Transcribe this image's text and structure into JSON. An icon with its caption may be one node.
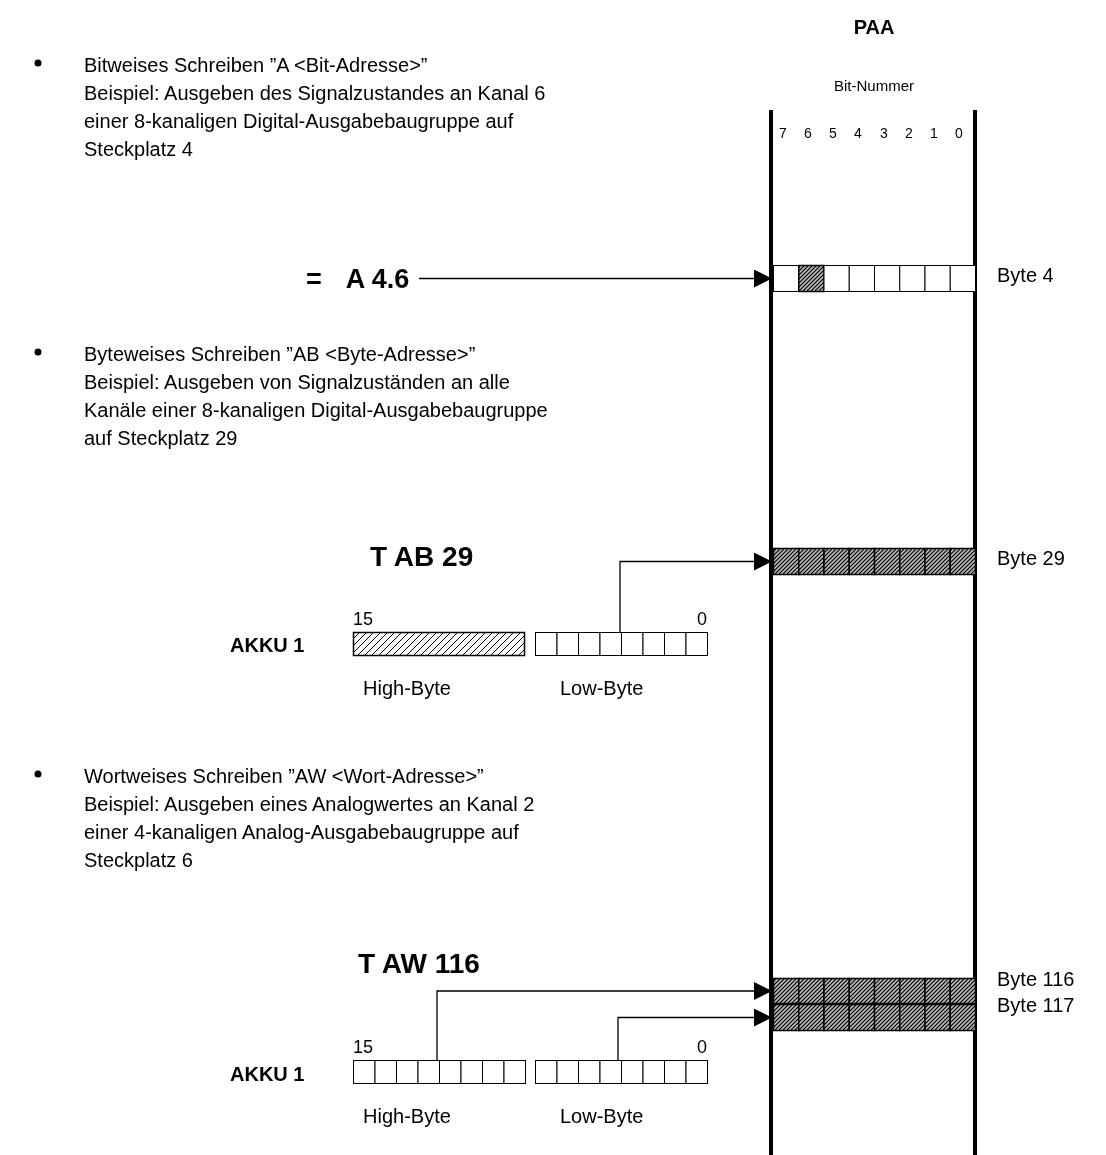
{
  "diagram": {
    "nodes": [
      {
        "text": [
          "PAA",
          "Bit-Nummer"
        ]
      },
      {
        "text": [
          "=",
          "A 4.6"
        ]
      },
      {
        "text": [],
        "shape": "bar",
        "in": 0,
        "beside": [
          "Byte 4"
        ]
      },
      {
        "text": [],
        "shape": "bar",
        "in": 0,
        "beside": [
          "Byte 29"
        ]
      },
      {
        "text": [],
        "shape": "bar",
        "beside": [
          "15",
          "High-Byte"
        ]
      },
      {
        "text": [],
        "shape": "bar",
        "beside": [
          "0",
          "Low-Byte"
        ]
      },
      {
        "text": [],
        "shape": "bar",
        "in": 0,
        "beside": [
          "Byte 116"
        ]
      },
      {
        "text": [],
        "shape": "bar",
        "in": 0,
        "beside": [
          "Byte 117"
        ]
      },
      {
        "text": [],
        "shape": "bar",
        "beside": [
          "15",
          "High-Byte"
        ]
      },
      {
        "text": [],
        "shape": "bar",
        "beside": [
          "0",
          "Low-Byte"
        ]
      }
    ],
    "edges": [
      {
        "from": 1,
        "to": 2,
        "arrow": "to"
      },
      {
        "from": 5,
        "to": 3,
        "arrow": "to"
      },
      {
        "from": 8,
        "to": 6,
        "arrow": "to"
      },
      {
        "from": 9,
        "to": 7,
        "arrow": "to"
      }
    ],
    "labels": [
      "Bitweises Schreiben ”A <Bit-Adresse>”",
      "Beispiel: Ausgeben des Signalzustandes an Kanal 6 einer 8-kanaligen Digital-Ausgabebaugruppe auf Steckplatz 4",
      "7",
      "6",
      "5",
      "4",
      "3",
      "2",
      "1",
      "0",
      "Byteweises Schreiben ”AB <Byte-Adresse>”",
      "Beispiel: Ausgeben von Signalzuständen an alle Kanäle einer 8-kanaligen Digital-Ausgabebaugruppe auf Steckplatz 29",
      "T AB 29",
      "AKKU 1",
      "Wortweises Schreiben ”AW <Wort-Adresse>”",
      "Beispiel: Ausgeben eines Analogwertes an Kanal 2 einer 4-kanaligen Analog-Ausgabebaugruppe auf Steckplatz 6",
      "T AW 116",
      "AKKU 1"
    ]
  }
}
